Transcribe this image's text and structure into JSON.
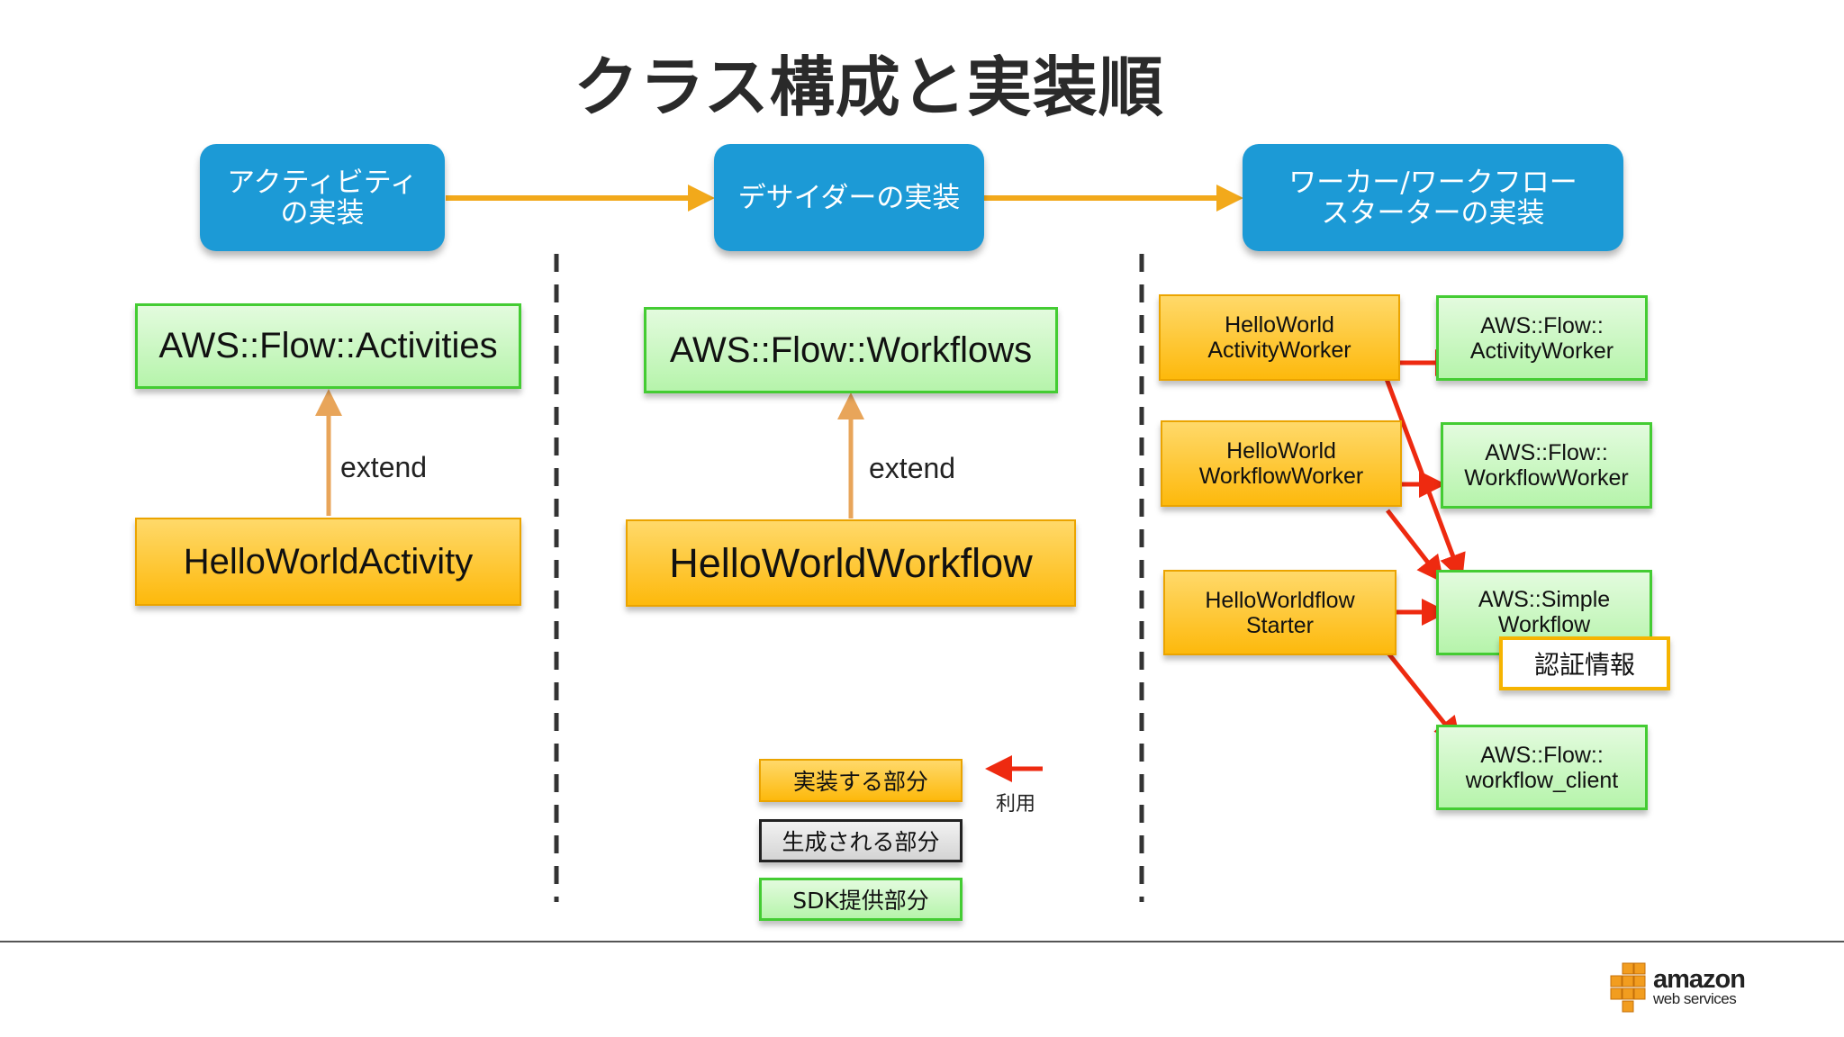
{
  "title": "クラス構成と実装順",
  "steps": {
    "activity": [
      "アクティビティ",
      "の実装"
    ],
    "decider": "デサイダーの実装",
    "worker": [
      "ワーカー/ワークフロー",
      "スターターの実装"
    ]
  },
  "col1": {
    "sdk": "AWS::Flow::Activities",
    "impl": "HelloWorldActivity",
    "extend": "extend"
  },
  "col2": {
    "sdk": "AWS::Flow::Workflows",
    "impl": "HelloWorldWorkflow",
    "extend": "extend"
  },
  "col3": {
    "activity_worker": [
      "HelloWorld",
      "ActivityWorker"
    ],
    "workflow_worker": [
      "HelloWorld",
      "WorkflowWorker"
    ],
    "starter": [
      "HelloWorldflow",
      "Starter"
    ],
    "sdk_activity_worker": [
      "AWS::Flow::",
      "ActivityWorker"
    ],
    "sdk_workflow_worker": [
      "AWS::Flow::",
      "WorkflowWorker"
    ],
    "sdk_swf": [
      "AWS::Simple",
      "Workflow"
    ],
    "auth": "認証情報",
    "sdk_client": [
      "AWS::Flow::",
      "workflow_client"
    ]
  },
  "legend": {
    "implemented": "実装する部分",
    "generated": "生成される部分",
    "sdk": "SDK提供部分",
    "uses": "利用"
  },
  "logo": {
    "brand": "amazon",
    "sub": "web services"
  },
  "colors": {
    "step_blue": "#1c9ad6",
    "impl_orange": "#fdb90c",
    "sdk_green": "#b6f4ab",
    "sdk_green_border": "#44cc33",
    "flow_arrow": "#f2a91b",
    "extend_arrow": "#e8a55a",
    "use_arrow": "#ee2a10"
  }
}
